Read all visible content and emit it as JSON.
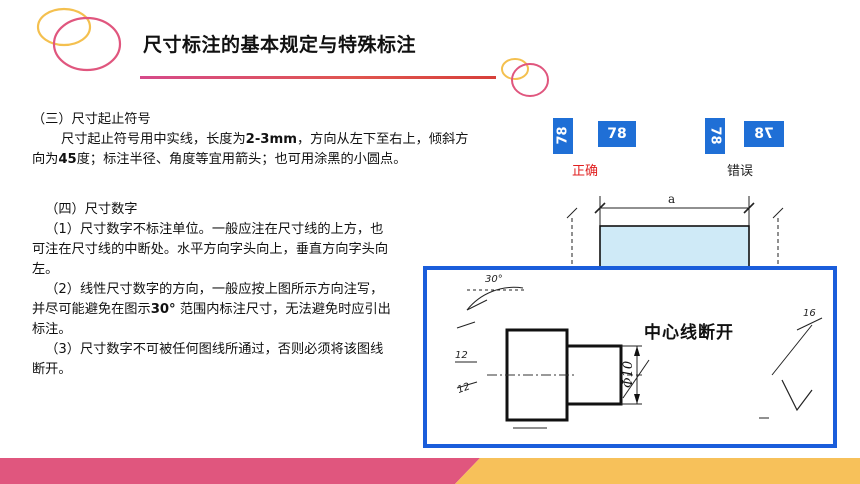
{
  "title": "尺寸标注的基本规定与特殊标注",
  "section3": {
    "heading": "（三）尺寸起止符号",
    "body_pre": "尺寸起止符号用中实线，长度为",
    "body_b1": "2-3mm",
    "body_mid": "，方向从左下至右上，倾斜方向为",
    "body_b2": "45",
    "body_post": "度；标注半径、角度等宜用箭头；也可用涂黑的小圆点。"
  },
  "section4": {
    "heading": "（四）尺寸数字",
    "item1_num": "（1）",
    "item1_text": "尺寸数字不标注单位。一般应注在尺寸线的上方，也可注在尺寸线的中断处。水平方向字头向上，垂直方向字头向左。",
    "item2_num": "（2）",
    "item2_pre": "线性尺寸数字的方向，一般应按上图所示方向注写，并尽可能避免在图示",
    "item2_b": "30°",
    "item2_post": " 范围内标注尺寸，无法避免时应引出标注。",
    "item3_num": "（3）",
    "item3_text": "尺寸数字不可被任何图线所通过，否则必须将该图线断开。"
  },
  "figure_top": {
    "chip_values": [
      "78",
      "78",
      "78",
      "78"
    ],
    "label_correct": "正确",
    "label_wrong": "错误",
    "dim_label": "a"
  },
  "figure_main": {
    "angle_label": "30°",
    "dim_12_a": "12",
    "dim_12_b": "12",
    "diameter_label": "Φ10",
    "callout": "中心线断开",
    "dim_16": "16"
  },
  "colors": {
    "accent_blue": "#1a5ddb",
    "chip_blue": "#1f6fd6",
    "correct_red": "#e02020",
    "bar_pink": "#e0567e",
    "bar_yellow": "#f7c15a"
  }
}
